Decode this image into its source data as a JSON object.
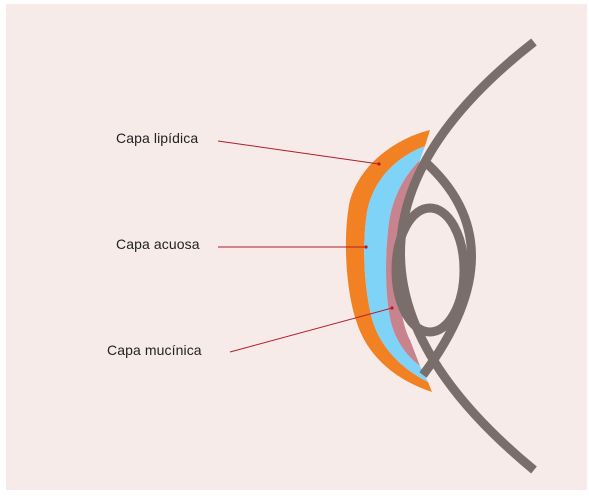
{
  "labels": {
    "lipid": "Capa lipídica",
    "aqueous": "Capa acuosa",
    "mucin": "Capa mucínica"
  },
  "colors": {
    "background": "#f6ebe8",
    "lipid_layer": "#f28123",
    "aqueous_layer": "#7fd3f7",
    "mucin_layer": "#c8848e",
    "eye_outline": "#7a6e6b",
    "leader_line": "#b01e2a"
  }
}
